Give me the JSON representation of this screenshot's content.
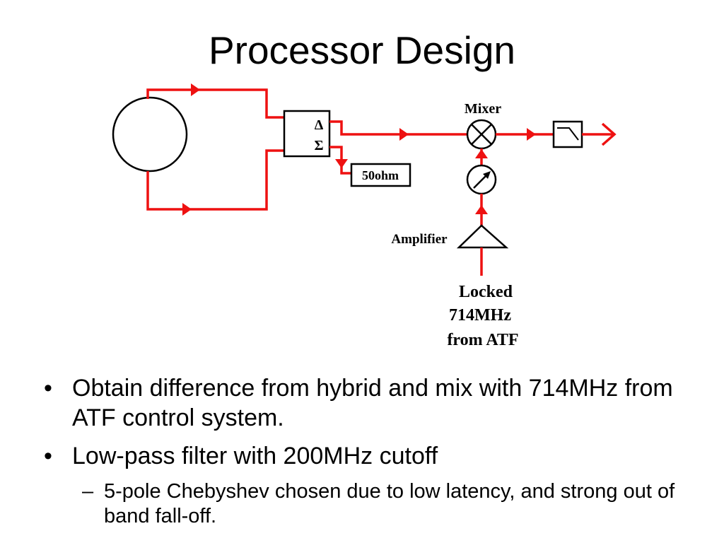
{
  "slide": {
    "title": "Processor Design"
  },
  "diagram": {
    "mixer_label": "Mixer",
    "hybrid_delta_symbol": "Δ",
    "hybrid_sigma_symbol": "Σ",
    "termination_label": "50ohm",
    "amplifier_label": "Amplifier",
    "source_label_lines": [
      "Locked",
      "714MHz",
      "from ATF"
    ],
    "signal_color": "#ee1111"
  },
  "bullets": [
    {
      "level": 1,
      "marker": "•",
      "text": "Obtain difference from hybrid and mix with 714MHz from ATF control system."
    },
    {
      "level": 1,
      "marker": "•",
      "text": "Low-pass filter with 200MHz cutoff"
    },
    {
      "level": 2,
      "marker": "–",
      "text": "5-pole Chebyshev chosen due to low latency, and strong out of band fall-off."
    }
  ]
}
